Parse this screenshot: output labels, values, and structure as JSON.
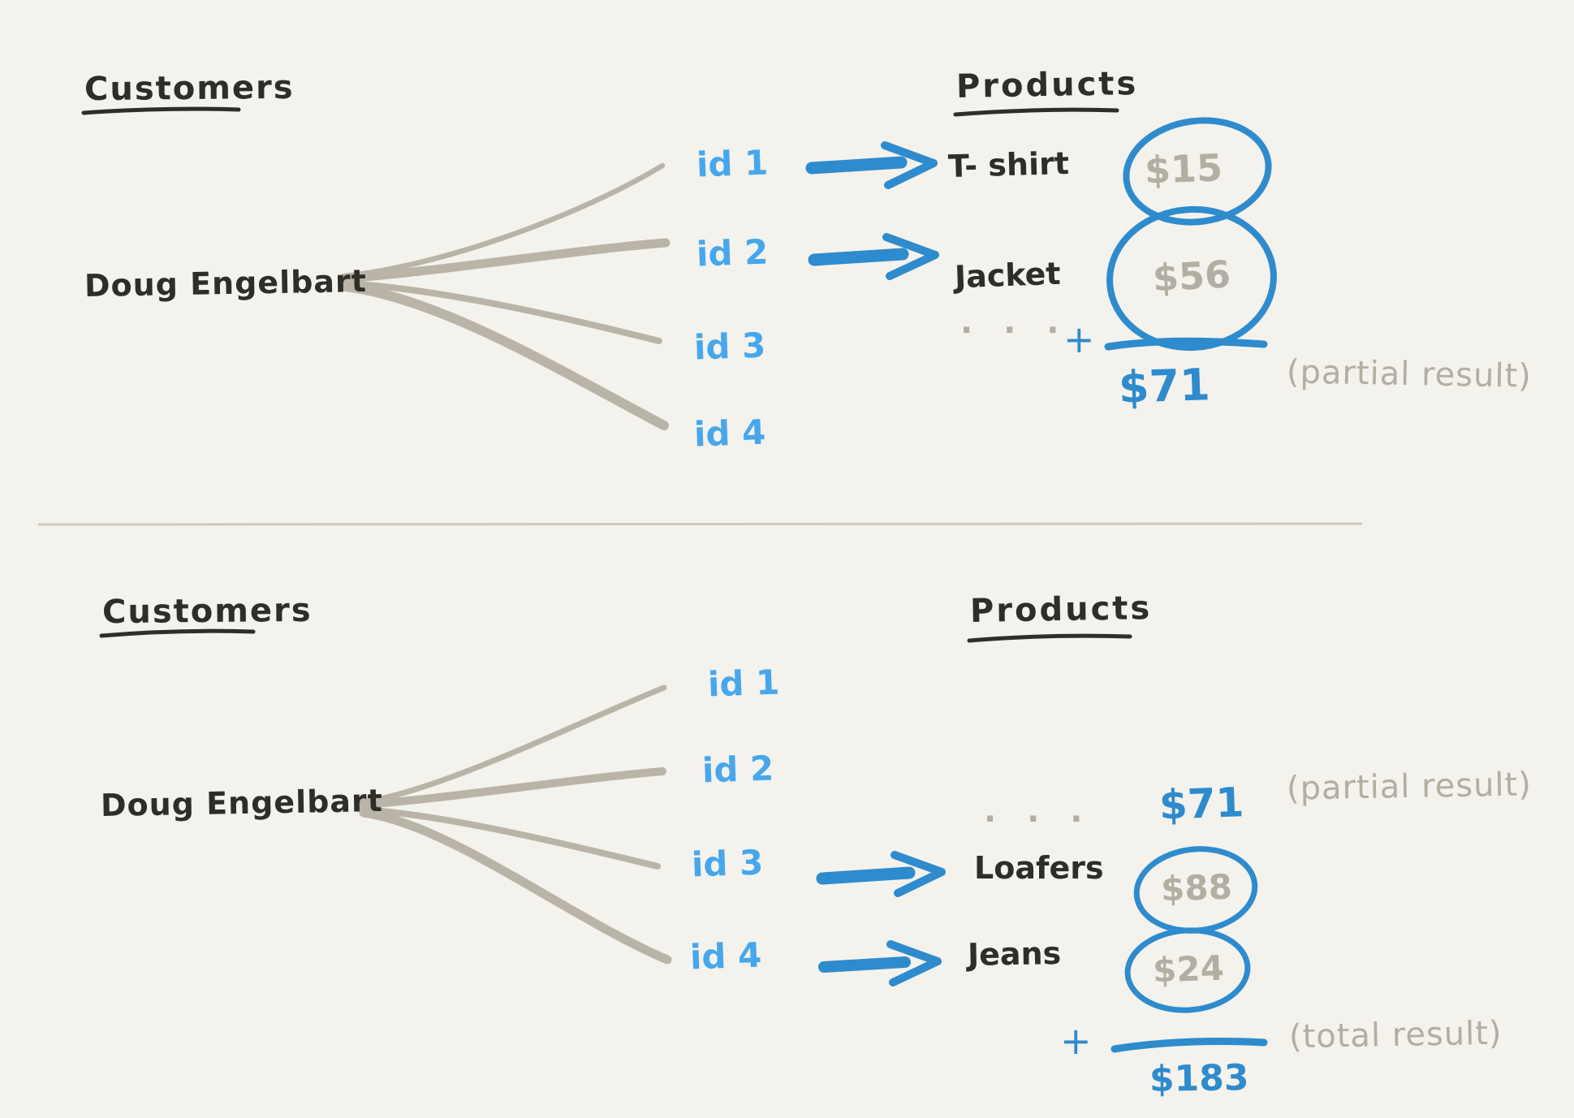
{
  "colors": {
    "background": "#f4f2ec",
    "ink": "#2f2d28",
    "blue_accent": "#2e8bcd",
    "light_blue_ids": "#47a7ec",
    "gray_muted": "#b3aea1",
    "divider": "#cbc8bf"
  },
  "top": {
    "customers_title": "Customers",
    "products_title": "Products",
    "customer_name": "Doug Engelbart",
    "ids": {
      "id1": "id 1",
      "id2": "id 2",
      "id3": "id 3",
      "id4": "id 4"
    },
    "rows": {
      "row1": {
        "product": "T- shirt",
        "price": "$15"
      },
      "row2": {
        "product": "Jacket",
        "price": "$56"
      }
    },
    "ellipsis": "· · ·",
    "plus": "+",
    "sum": "$71",
    "annotation": "(partial result)"
  },
  "bottom": {
    "customers_title": "Customers",
    "products_title": "Products",
    "customer_name": "Doug Engelbart",
    "ids": {
      "id1": "id 1",
      "id2": "id 2",
      "id3": "id 3",
      "id4": "id 4"
    },
    "ellipsis": "· · ·",
    "carried_sum": "$71",
    "partial_annotation": "(partial result)",
    "rows": {
      "row3": {
        "product": "Loafers",
        "price": "$88"
      },
      "row4": {
        "product": "Jeans",
        "price": "$24"
      }
    },
    "plus": "+",
    "total": "$183",
    "total_annotation": "(total result)"
  }
}
